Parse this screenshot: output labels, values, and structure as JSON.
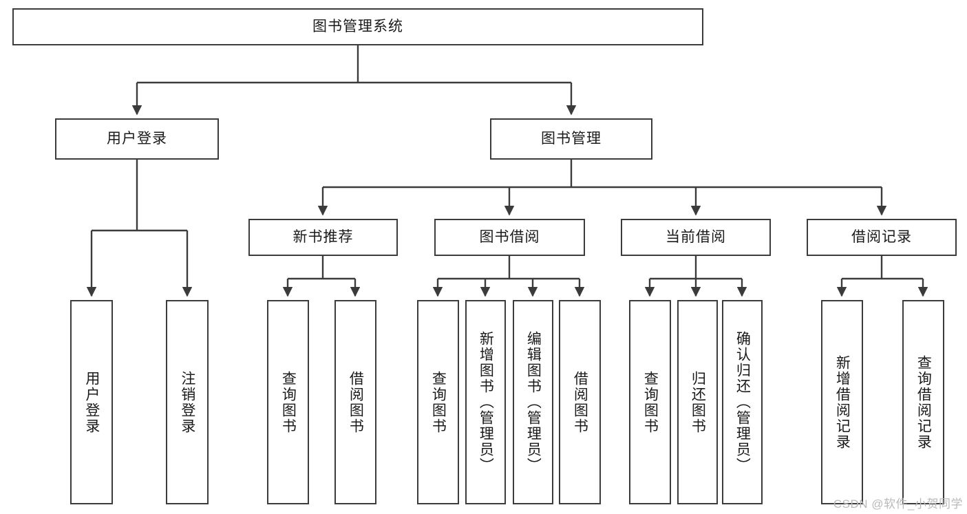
{
  "diagram": {
    "title": "图书管理系统",
    "type": "tree-hierarchy-chart",
    "root": {
      "label": "图书管理系统"
    },
    "level2": [
      {
        "label": "用户登录"
      },
      {
        "label": "图书管理"
      }
    ],
    "level3": [
      {
        "label": "新书推荐"
      },
      {
        "label": "图书借阅"
      },
      {
        "label": "当前借阅"
      },
      {
        "label": "借阅记录"
      }
    ],
    "leaves": {
      "user_login": [
        {
          "label": "用户登录"
        },
        {
          "label": "注销登录"
        }
      ],
      "new_book_recommend": [
        {
          "label": "查询图书"
        },
        {
          "label": "借阅图书"
        }
      ],
      "book_borrow": [
        {
          "label": "查询图书"
        },
        {
          "label": "新增图书（管理员）"
        },
        {
          "label": "编辑图书（管理员）"
        },
        {
          "label": "借阅图书"
        }
      ],
      "current_borrow": [
        {
          "label": "查询图书"
        },
        {
          "label": "归还图书"
        },
        {
          "label": "确认归还（管理员）"
        }
      ],
      "borrow_records": [
        {
          "label": "新增借阅记录"
        },
        {
          "label": "查询借阅记录"
        }
      ]
    }
  },
  "watermark": {
    "text": "CSDN @软件_小贺同学"
  },
  "colors": {
    "stroke": "#3b3b3b",
    "background": "#ffffff",
    "text": "#1a1a1a",
    "watermark": "#b9b9b9"
  }
}
